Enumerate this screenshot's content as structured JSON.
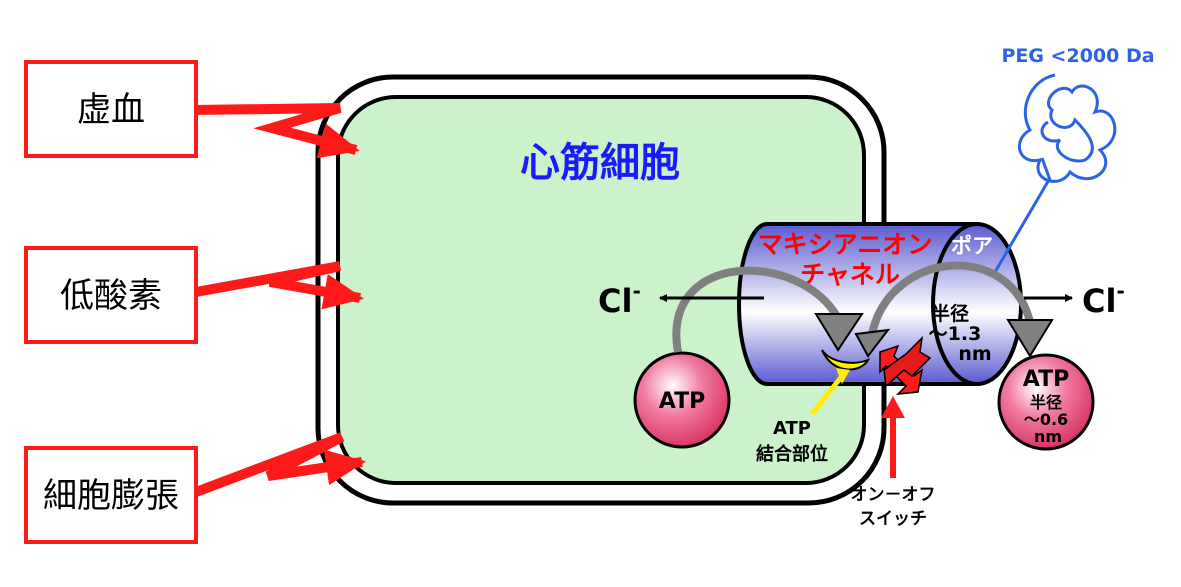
{
  "stimuli": [
    "虚血",
    "低酸素",
    "細胞膨張"
  ],
  "cell_label": "心筋細胞",
  "channel": {
    "line1": "マキシアニオン",
    "line2": "チャネル"
  },
  "pore": {
    "label": "ポア",
    "radius_line1": "半径",
    "radius_line2": "〜1.3",
    "radius_line3": "nm"
  },
  "atp_inside": "ATP",
  "atp_outside": {
    "label": "ATP",
    "radius_line1": "半径",
    "radius_line2": "〜0.6",
    "radius_line3": "nm"
  },
  "binding_site": {
    "line1": "ATP",
    "line2": "結合部位"
  },
  "switch": {
    "line1": "オン－オフ",
    "line2": "スイッチ"
  },
  "peg": "PEG <2000 Da",
  "cl_left": "Cl",
  "cl_right": "Cl",
  "cl_charge": "-",
  "colors": {
    "stimulus_red": "#ff1a1a",
    "cell_fill": "#ccf2cc",
    "cell_title": "#1a1aff",
    "channel_text": "#ff0000",
    "peg_blue": "#2b62e6",
    "atp_fill": "#e63a6a",
    "binding_yellow": "#ffee00",
    "arrow_gray": "#808080"
  }
}
